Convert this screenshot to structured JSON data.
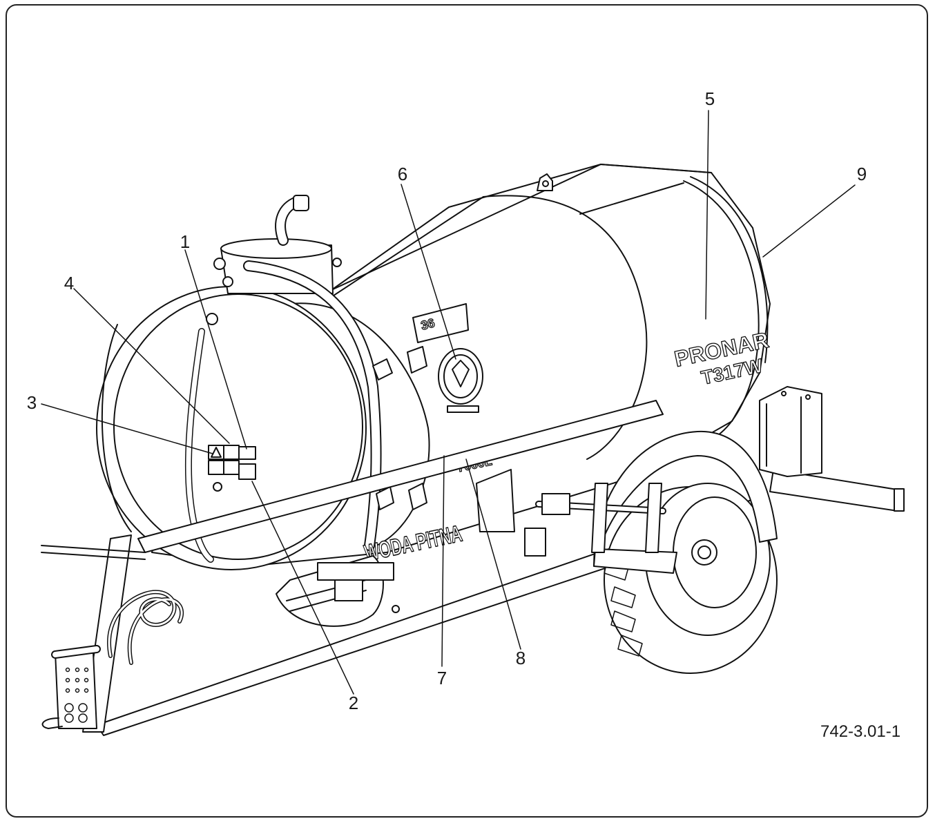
{
  "callouts": [
    {
      "id": "1",
      "label": "1"
    },
    {
      "id": "2",
      "label": "2"
    },
    {
      "id": "3",
      "label": "3"
    },
    {
      "id": "4",
      "label": "4"
    },
    {
      "id": "5",
      "label": "5"
    },
    {
      "id": "6",
      "label": "6"
    },
    {
      "id": "7",
      "label": "7"
    },
    {
      "id": "8",
      "label": "8"
    },
    {
      "id": "9",
      "label": "9"
    }
  ],
  "figure_ref": "742-3.01-1",
  "decals": {
    "brand": "PRONAR",
    "model": "T317W",
    "water": "WODA PITNA",
    "capacity": "7000L",
    "speed": "36"
  }
}
